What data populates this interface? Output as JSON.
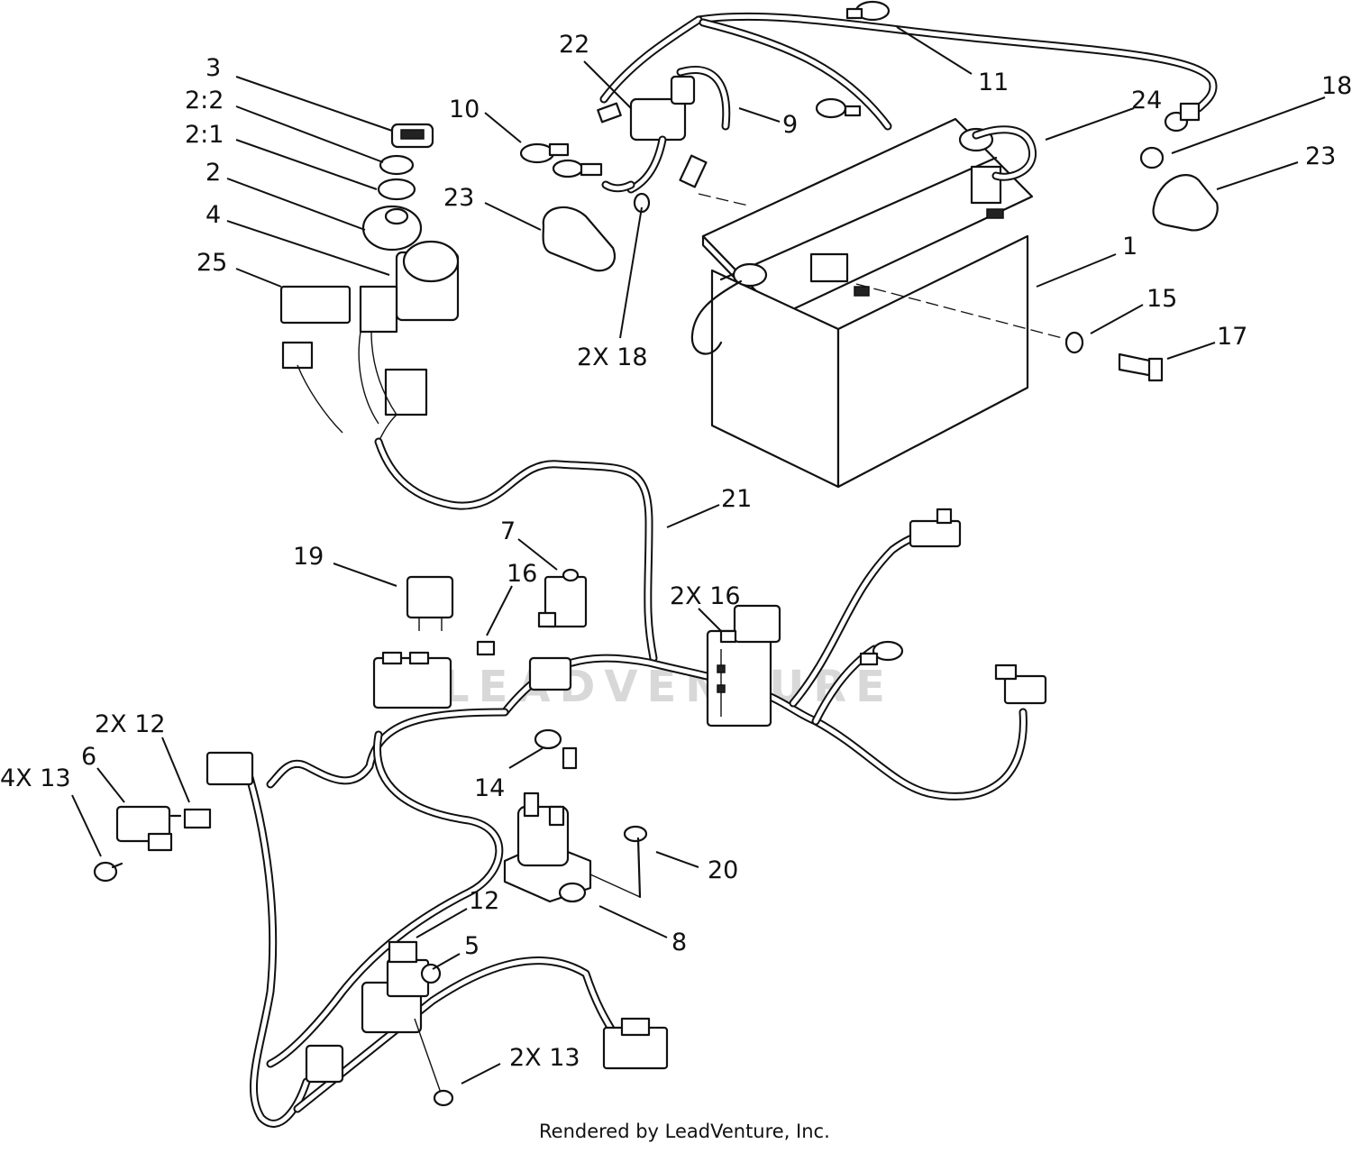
{
  "footer": {
    "text": "Rendered by LeadVenture, Inc."
  },
  "watermark": {
    "text": "LEADVENTURE"
  },
  "callouts": [
    {
      "id": "c-3",
      "label": "3"
    },
    {
      "id": "c-2-2",
      "label": "2:2"
    },
    {
      "id": "c-2-1",
      "label": "2:1"
    },
    {
      "id": "c-2",
      "label": "2"
    },
    {
      "id": "c-4",
      "label": "4"
    },
    {
      "id": "c-25",
      "label": "25"
    },
    {
      "id": "c-22",
      "label": "22"
    },
    {
      "id": "c-10",
      "label": "10"
    },
    {
      "id": "c-9",
      "label": "9"
    },
    {
      "id": "c-11",
      "label": "11"
    },
    {
      "id": "c-23a",
      "label": "23"
    },
    {
      "id": "c-2x18",
      "label": "2X 18"
    },
    {
      "id": "c-24",
      "label": "24"
    },
    {
      "id": "c-18",
      "label": "18"
    },
    {
      "id": "c-23b",
      "label": "23"
    },
    {
      "id": "c-1",
      "label": "1"
    },
    {
      "id": "c-15",
      "label": "15"
    },
    {
      "id": "c-17",
      "label": "17"
    },
    {
      "id": "c-21",
      "label": "21"
    },
    {
      "id": "c-19",
      "label": "19"
    },
    {
      "id": "c-7",
      "label": "7"
    },
    {
      "id": "c-16",
      "label": "16"
    },
    {
      "id": "c-2x16",
      "label": "2X 16"
    },
    {
      "id": "c-2x12",
      "label": "2X 12"
    },
    {
      "id": "c-6",
      "label": "6"
    },
    {
      "id": "c-4x13",
      "label": "4X 13"
    },
    {
      "id": "c-14",
      "label": "14"
    },
    {
      "id": "c-20",
      "label": "20"
    },
    {
      "id": "c-12",
      "label": "12"
    },
    {
      "id": "c-8",
      "label": "8"
    },
    {
      "id": "c-5",
      "label": "5"
    },
    {
      "id": "c-2x13",
      "label": "2X 13"
    }
  ]
}
